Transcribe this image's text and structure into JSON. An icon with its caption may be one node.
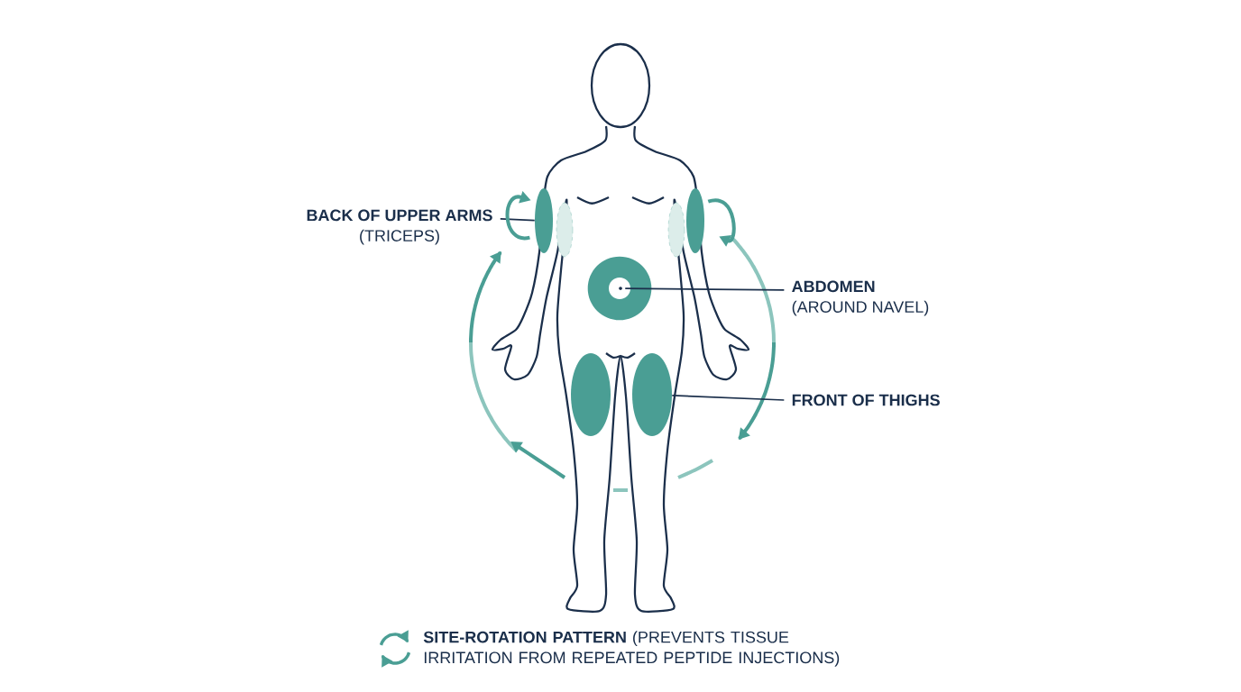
{
  "diagram": {
    "nodes": [
      {
        "text": [
          "BACK OF UPPER ARMS",
          "(TRICEPS)"
        ]
      },
      {
        "text": [
          "ABDOMEN",
          "(AROUND NAVEL)"
        ]
      },
      {
        "text": [
          "FRONT OF THIGHS"
        ]
      },
      {
        "text": [],
        "shape": "ellipse"
      },
      {
        "text": [],
        "shape": "circle"
      },
      {
        "text": [],
        "shape": "ellipse"
      },
      {
        "text": [],
        "shape": "ellipse"
      },
      {
        "text": [],
        "shape": "ellipse"
      }
    ],
    "edges": [
      {
        "from": 0,
        "to": 3,
        "arrow": "none"
      },
      {
        "from": 1,
        "to": 4,
        "arrow": "none"
      },
      {
        "from": 2,
        "to": 5,
        "arrow": "none"
      },
      {
        "from": 3,
        "to": 3,
        "arrow": "to",
        "style": "thick",
        "color": "#4a9e94"
      },
      {
        "from": 6,
        "to": 6,
        "arrow": "to",
        "style": "thick",
        "color": "#4a9e94"
      }
    ],
    "labels": [
      "**SITE-ROTATION PATTERN** (PREVENTS TISSUE IRRITATION FROM REPEATED PEPTIDE INJECTIONS)"
    ]
  }
}
